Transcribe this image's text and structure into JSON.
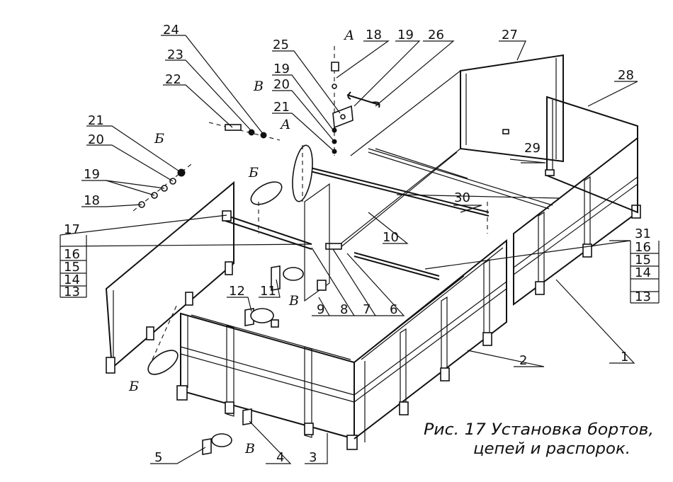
{
  "caption": {
    "line1": "Рис. 17 Установка бортов,",
    "line2": "цепей и распорок."
  },
  "callouts": {
    "n1": "1",
    "n2": "2",
    "n3": "3",
    "n4": "4",
    "n5": "5",
    "n6": "6",
    "n7": "7",
    "n8": "8",
    "n9": "9",
    "n10": "10",
    "n11": "11",
    "n12": "12",
    "n13l": "13",
    "n14l": "14",
    "n15l": "15",
    "n16l": "16",
    "n17": "17",
    "n18l": "18",
    "n19l": "19",
    "n20l": "20",
    "n21l": "21",
    "n22": "22",
    "n23": "23",
    "n24": "24",
    "n25": "25",
    "n18t": "18",
    "n19t": "19",
    "n19m": "19",
    "n20m": "20",
    "n21m": "21",
    "n26": "26",
    "n27": "27",
    "n28": "28",
    "n29": "29",
    "n30": "30",
    "n31": "31",
    "n16r": "16",
    "n15r": "15",
    "n14r": "14",
    "n13r": "13"
  },
  "view_letters": {
    "a_top": "А",
    "a_mid": "А",
    "b_left": "Б",
    "b_mid": "Б",
    "b_low": "Б",
    "v_top": "В",
    "v_mid": "В",
    "v_low": "В"
  }
}
